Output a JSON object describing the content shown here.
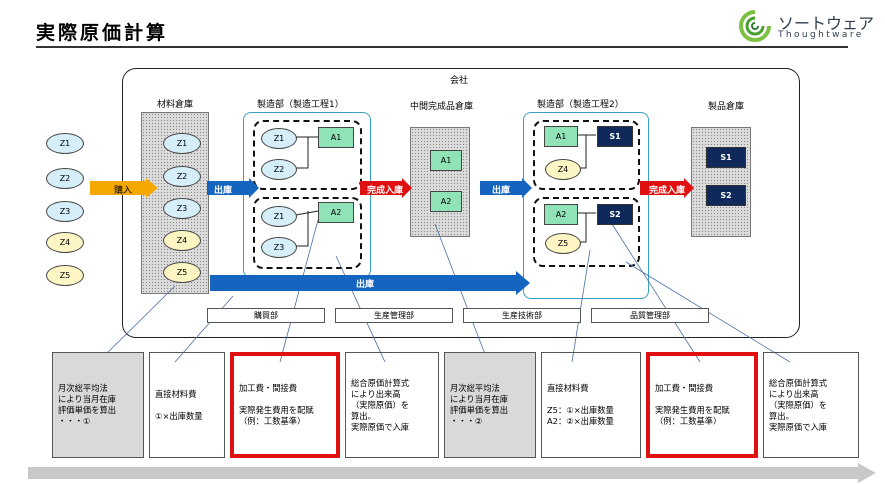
{
  "title": "実際原価計算",
  "logo": {
    "name_jp": "ソートウェア",
    "name_en": "Thoughtware"
  },
  "company_label": "会社",
  "sections": {
    "material_warehouse": "材料倉庫",
    "manufacturing_1": "製造部（製造工程1）",
    "intermediate_warehouse": "中間完成品倉庫",
    "manufacturing_2": "製造部（製造工程2）",
    "product_warehouse": "製品倉庫"
  },
  "arrows": {
    "purchase": "購入",
    "issue1": "出庫",
    "complete1": "完成入庫",
    "issue2": "出庫",
    "complete2": "完成入庫",
    "issue_long": "出庫"
  },
  "materials_outside": [
    "Z1",
    "Z2",
    "Z3",
    "Z4",
    "Z5"
  ],
  "materials_warehouse": [
    "Z1",
    "Z2",
    "Z3",
    "Z4",
    "Z5"
  ],
  "proc1_group1": {
    "inputs": [
      "Z1",
      "Z2"
    ],
    "output": "A1"
  },
  "proc1_group2": {
    "inputs": [
      "Z1",
      "Z3"
    ],
    "output": "A2"
  },
  "intermediate_items": [
    "A1",
    "A2"
  ],
  "proc2_group1": {
    "inputs": [
      "A1",
      "Z4"
    ],
    "output": "S1"
  },
  "proc2_group2": {
    "inputs": [
      "A2",
      "Z5"
    ],
    "output": "S2"
  },
  "products": [
    "S1",
    "S2"
  ],
  "departments": [
    "購買部",
    "生産管理部",
    "生産技術部",
    "品質管理部"
  ],
  "notes": [
    "月次総平均法\nにより当月在庫\n評価単価を算出\n・・・①",
    "直接材料費\n\n①×出庫数量",
    "加工費・間接費\n\n実際発生費用を配賦\n（例：工数基準）",
    "総合原価計算式\nにより出来高\n（実際原価）を\n算出。\n実際原価で入庫",
    "月次総平均法\nにより当月在庫\n評価単価を算出\n・・・②",
    "直接材料費\n\nZ5：①×出庫数量\nA2：②×出庫数量",
    "加工費・間接費\n\n実際発生費用を配賦\n（例：工数基準）",
    "総合原価計算式\nにより出来高\n（実際原価）を\n算出。\n実際原価で入庫"
  ],
  "colors": {
    "blue_arrow": "#1565c0",
    "red_arrow": "#e01010",
    "orange_arrow": "#f5a800",
    "navy": "#0f2a5a",
    "green": "#8fe3b6"
  }
}
